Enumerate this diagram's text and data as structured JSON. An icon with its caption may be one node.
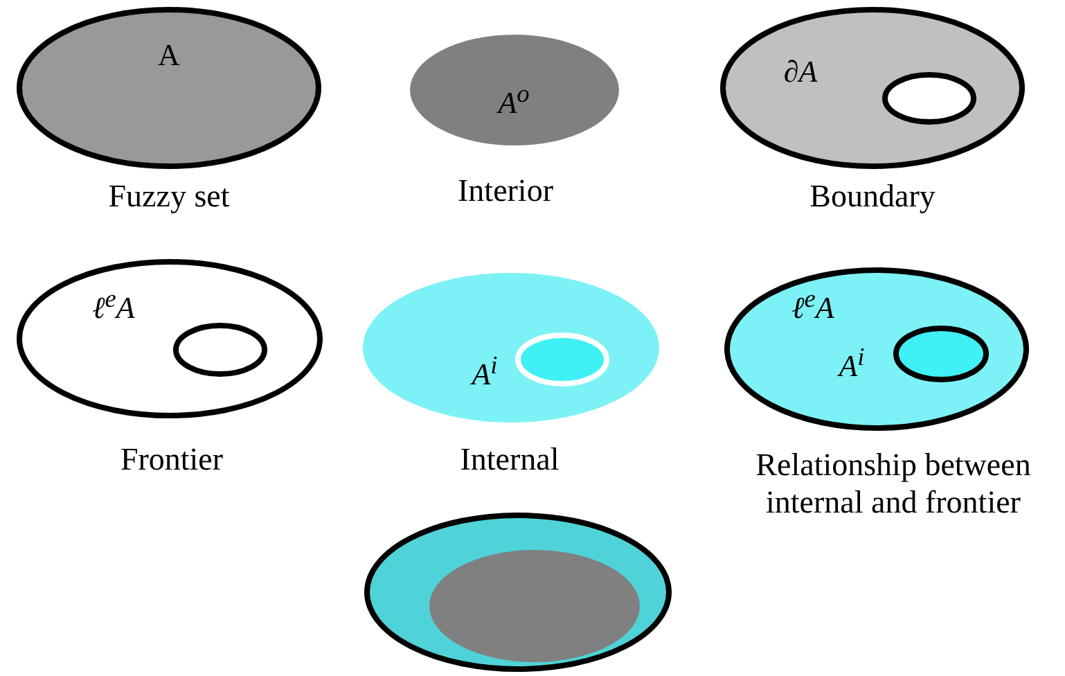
{
  "diagram": {
    "nodes": [
      {
        "text": [
          "A"
        ],
        "beside": [
          "Fuzzy set"
        ]
      },
      {
        "text": [
          "A$^{o}$"
        ],
        "beside": [
          "Interior"
        ]
      },
      {
        "text": [
          "∂A"
        ],
        "beside": [
          "Boundary"
        ]
      },
      {
        "text": [],
        "shape": "ellipse",
        "in": 2
      },
      {
        "text": [
          "ℓ$^{e}$A"
        ],
        "beside": [
          "Frontier"
        ]
      },
      {
        "text": [],
        "shape": "ellipse",
        "in": 4
      },
      {
        "text": [
          "A$^{i}$"
        ],
        "beside": [
          "Internal"
        ]
      },
      {
        "text": [],
        "shape": "ellipse",
        "in": 6
      },
      {
        "text": [
          "ℓ$^{e}$A",
          "A$^{i}$"
        ],
        "beside": [
          "Relationship between internal and frontier"
        ]
      },
      {
        "text": [],
        "shape": "ellipse",
        "in": 8
      },
      {
        "text": [],
        "shape": "ellipse"
      },
      {
        "text": [],
        "shape": "ellipse",
        "in": 10
      }
    ]
  }
}
